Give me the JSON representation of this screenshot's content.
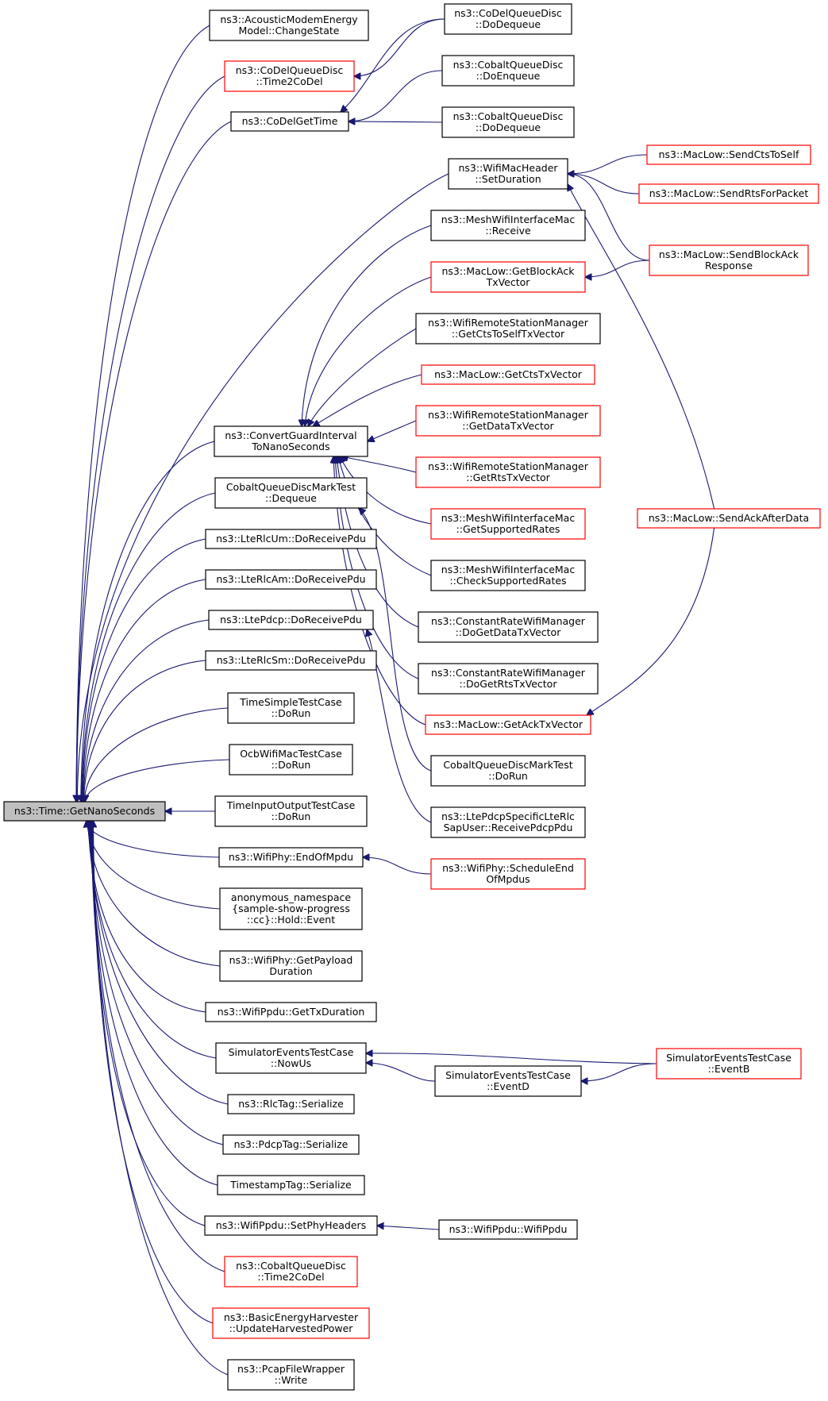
{
  "diagram": {
    "type": "call-graph",
    "colors": {
      "edge": "#191970",
      "normal_border": "#000000",
      "truncated_border": "#ff0000",
      "root_fill": "#bfbfbf",
      "node_fill": "#ffffff"
    },
    "root": "n_root",
    "nodes": [
      {
        "id": "n_root",
        "lines": [
          "ns3::Time::GetNanoSeconds"
        ],
        "style": "root"
      },
      {
        "id": "n_acoustic",
        "lines": [
          "ns3::AcousticModemEnergy",
          "Model::ChangeState"
        ],
        "style": "normal"
      },
      {
        "id": "n_codeltime2",
        "lines": [
          "ns3::CoDelQueueDisc",
          "::Time2CoDel"
        ],
        "style": "truncated"
      },
      {
        "id": "n_codelgettime",
        "lines": [
          "ns3::CoDelGetTime"
        ],
        "style": "normal"
      },
      {
        "id": "n_convguard",
        "lines": [
          "ns3::ConvertGuardInterval",
          "ToNanoSeconds"
        ],
        "style": "normal"
      },
      {
        "id": "n_cobaltmarkdeq",
        "lines": [
          "CobaltQueueDiscMarkTest",
          "::Dequeue"
        ],
        "style": "normal"
      },
      {
        "id": "n_lterlcum",
        "lines": [
          "ns3::LteRlcUm::DoReceivePdu"
        ],
        "style": "normal"
      },
      {
        "id": "n_lterlcam",
        "lines": [
          "ns3::LteRlcAm::DoReceivePdu"
        ],
        "style": "normal"
      },
      {
        "id": "n_ltepdcp",
        "lines": [
          "ns3::LtePdcp::DoReceivePdu"
        ],
        "style": "normal"
      },
      {
        "id": "n_lterlcsm",
        "lines": [
          "ns3::LteRlcSm::DoReceivePdu"
        ],
        "style": "normal"
      },
      {
        "id": "n_timesimple",
        "lines": [
          "TimeSimpleTestCase",
          "::DoRun"
        ],
        "style": "normal"
      },
      {
        "id": "n_ocbwifi",
        "lines": [
          "OcbWifiMacTestCase",
          "::DoRun"
        ],
        "style": "normal"
      },
      {
        "id": "n_timeinput",
        "lines": [
          "TimeInputOutputTestCase",
          "::DoRun"
        ],
        "style": "normal"
      },
      {
        "id": "n_wifiphyend",
        "lines": [
          "ns3::WifiPhy::EndOfMpdu"
        ],
        "style": "normal"
      },
      {
        "id": "n_anon",
        "lines": [
          "anonymous_namespace",
          "{sample-show-progress",
          "::cc}::Hold::Event"
        ],
        "style": "normal"
      },
      {
        "id": "n_wifiphypayload",
        "lines": [
          "ns3::WifiPhy::GetPayload",
          "Duration"
        ],
        "style": "normal"
      },
      {
        "id": "n_wifippdutx",
        "lines": [
          "ns3::WifiPpdu::GetTxDuration"
        ],
        "style": "normal"
      },
      {
        "id": "n_simnowus",
        "lines": [
          "SimulatorEventsTestCase",
          "::NowUs"
        ],
        "style": "normal"
      },
      {
        "id": "n_rlctag",
        "lines": [
          "ns3::RlcTag::Serialize"
        ],
        "style": "normal"
      },
      {
        "id": "n_pdcptag",
        "lines": [
          "ns3::PdcpTag::Serialize"
        ],
        "style": "normal"
      },
      {
        "id": "n_timestamptag",
        "lines": [
          "TimestampTag::Serialize"
        ],
        "style": "normal"
      },
      {
        "id": "n_wifippduset",
        "lines": [
          "ns3::WifiPpdu::SetPhyHeaders"
        ],
        "style": "normal"
      },
      {
        "id": "n_cobalttime2",
        "lines": [
          "ns3::CobaltQueueDisc",
          "::Time2CoDel"
        ],
        "style": "truncated"
      },
      {
        "id": "n_basicenergy",
        "lines": [
          "ns3::BasicEnergyHarvester",
          "::UpdateHarvestedPower"
        ],
        "style": "truncated"
      },
      {
        "id": "n_pcapwrite",
        "lines": [
          "ns3::PcapFileWrapper",
          "::Write"
        ],
        "style": "normal"
      },
      {
        "id": "n_codeldeq",
        "lines": [
          "ns3::CoDelQueueDisc",
          "::DoDequeue"
        ],
        "style": "normal"
      },
      {
        "id": "n_cobaltenq",
        "lines": [
          "ns3::CobaltQueueDisc",
          "::DoEnqueue"
        ],
        "style": "normal"
      },
      {
        "id": "n_cobaltdeq",
        "lines": [
          "ns3::CobaltQueueDisc",
          "::DoDequeue"
        ],
        "style": "normal"
      },
      {
        "id": "n_wifimacsetdur",
        "lines": [
          "ns3::WifiMacHeader",
          "::SetDuration"
        ],
        "style": "normal"
      },
      {
        "id": "n_meshrecv",
        "lines": [
          "ns3::MeshWifiInterfaceMac",
          "::Receive"
        ],
        "style": "normal"
      },
      {
        "id": "n_getblockack",
        "lines": [
          "ns3::MacLow::GetBlockAck",
          "TxVector"
        ],
        "style": "truncated"
      },
      {
        "id": "n_wrsmctsself",
        "lines": [
          "ns3::WifiRemoteStationManager",
          "::GetCtsToSelfTxVector"
        ],
        "style": "normal"
      },
      {
        "id": "n_getcts",
        "lines": [
          "ns3::MacLow::GetCtsTxVector"
        ],
        "style": "truncated"
      },
      {
        "id": "n_wrsmdata",
        "lines": [
          "ns3::WifiRemoteStationManager",
          "::GetDataTxVector"
        ],
        "style": "truncated"
      },
      {
        "id": "n_wrsmrts",
        "lines": [
          "ns3::WifiRemoteStationManager",
          "::GetRtsTxVector"
        ],
        "style": "truncated"
      },
      {
        "id": "n_meshsupp",
        "lines": [
          "ns3::MeshWifiInterfaceMac",
          "::GetSupportedRates"
        ],
        "style": "truncated"
      },
      {
        "id": "n_meshcheck",
        "lines": [
          "ns3::MeshWifiInterfaceMac",
          "::CheckSupportedRates"
        ],
        "style": "normal"
      },
      {
        "id": "n_constdata",
        "lines": [
          "ns3::ConstantRateWifiManager",
          "::DoGetDataTxVector"
        ],
        "style": "normal"
      },
      {
        "id": "n_constrts",
        "lines": [
          "ns3::ConstantRateWifiManager",
          "::DoGetRtsTxVector"
        ],
        "style": "normal"
      },
      {
        "id": "n_getack",
        "lines": [
          "ns3::MacLow::GetAckTxVector"
        ],
        "style": "truncated"
      },
      {
        "id": "n_cobaltmarkrun",
        "lines": [
          "CobaltQueueDiscMarkTest",
          "::DoRun"
        ],
        "style": "normal"
      },
      {
        "id": "n_ltepdcpspec",
        "lines": [
          "ns3::LtePdcpSpecificLteRlc",
          "SapUser::ReceivePdcpPdu"
        ],
        "style": "normal"
      },
      {
        "id": "n_schedend",
        "lines": [
          "ns3::WifiPhy::ScheduleEnd",
          "OfMpdus"
        ],
        "style": "truncated"
      },
      {
        "id": "n_simeventd",
        "lines": [
          "SimulatorEventsTestCase",
          "::EventD"
        ],
        "style": "normal"
      },
      {
        "id": "n_wifippductor",
        "lines": [
          "ns3::WifiPpdu::WifiPpdu"
        ],
        "style": "normal"
      },
      {
        "id": "n_sendctsself",
        "lines": [
          "ns3::MacLow::SendCtsToSelf"
        ],
        "style": "truncated"
      },
      {
        "id": "n_sendrts",
        "lines": [
          "ns3::MacLow::SendRtsForPacket"
        ],
        "style": "truncated"
      },
      {
        "id": "n_sendblockack",
        "lines": [
          "ns3::MacLow::SendBlockAck",
          "Response"
        ],
        "style": "truncated"
      },
      {
        "id": "n_sendackafter",
        "lines": [
          "ns3::MacLow::SendAckAfterData"
        ],
        "style": "truncated"
      },
      {
        "id": "n_simeventb",
        "lines": [
          "SimulatorEventsTestCase",
          "::EventB"
        ],
        "style": "truncated"
      }
    ],
    "edges": [
      [
        "n_acoustic",
        "n_root"
      ],
      [
        "n_codeltime2",
        "n_root"
      ],
      [
        "n_codelgettime",
        "n_root"
      ],
      [
        "n_wifimacsetdur",
        "n_root"
      ],
      [
        "n_convguard",
        "n_root"
      ],
      [
        "n_cobaltmarkdeq",
        "n_root"
      ],
      [
        "n_lterlcum",
        "n_root"
      ],
      [
        "n_lterlcam",
        "n_root"
      ],
      [
        "n_ltepdcp",
        "n_root"
      ],
      [
        "n_lterlcsm",
        "n_root"
      ],
      [
        "n_timesimple",
        "n_root"
      ],
      [
        "n_ocbwifi",
        "n_root"
      ],
      [
        "n_timeinput",
        "n_root"
      ],
      [
        "n_wifiphyend",
        "n_root"
      ],
      [
        "n_anon",
        "n_root"
      ],
      [
        "n_wifiphypayload",
        "n_root"
      ],
      [
        "n_wifippdutx",
        "n_root"
      ],
      [
        "n_simnowus",
        "n_root"
      ],
      [
        "n_rlctag",
        "n_root"
      ],
      [
        "n_pdcptag",
        "n_root"
      ],
      [
        "n_timestamptag",
        "n_root"
      ],
      [
        "n_wifippduset",
        "n_root"
      ],
      [
        "n_cobalttime2",
        "n_root"
      ],
      [
        "n_basicenergy",
        "n_root"
      ],
      [
        "n_pcapwrite",
        "n_root"
      ],
      [
        "n_codeldeq",
        "n_codeltime2"
      ],
      [
        "n_codeldeq",
        "n_codelgettime"
      ],
      [
        "n_cobaltenq",
        "n_codelgettime"
      ],
      [
        "n_cobaltdeq",
        "n_codelgettime"
      ],
      [
        "n_sendctsself",
        "n_wifimacsetdur"
      ],
      [
        "n_sendrts",
        "n_wifimacsetdur"
      ],
      [
        "n_sendblockack",
        "n_wifimacsetdur"
      ],
      [
        "n_sendackafter",
        "n_wifimacsetdur"
      ],
      [
        "n_sendblockack",
        "n_getblockack"
      ],
      [
        "n_meshrecv",
        "n_convguard"
      ],
      [
        "n_getblockack",
        "n_convguard"
      ],
      [
        "n_wrsmctsself",
        "n_convguard"
      ],
      [
        "n_getcts",
        "n_convguard"
      ],
      [
        "n_wrsmdata",
        "n_convguard"
      ],
      [
        "n_wrsmrts",
        "n_convguard"
      ],
      [
        "n_meshsupp",
        "n_convguard"
      ],
      [
        "n_meshcheck",
        "n_convguard"
      ],
      [
        "n_constdata",
        "n_convguard"
      ],
      [
        "n_constrts",
        "n_convguard"
      ],
      [
        "n_getack",
        "n_convguard"
      ],
      [
        "n_cobaltmarkrun",
        "n_cobaltmarkdeq"
      ],
      [
        "n_ltepdcpspec",
        "n_ltepdcp"
      ],
      [
        "n_sendackafter",
        "n_getack"
      ],
      [
        "n_schedend",
        "n_wifiphyend"
      ],
      [
        "n_simeventb",
        "n_simnowus"
      ],
      [
        "n_simeventd",
        "n_simnowus"
      ],
      [
        "n_simeventb",
        "n_simeventd"
      ],
      [
        "n_wifippductor",
        "n_wifippduset"
      ]
    ]
  }
}
